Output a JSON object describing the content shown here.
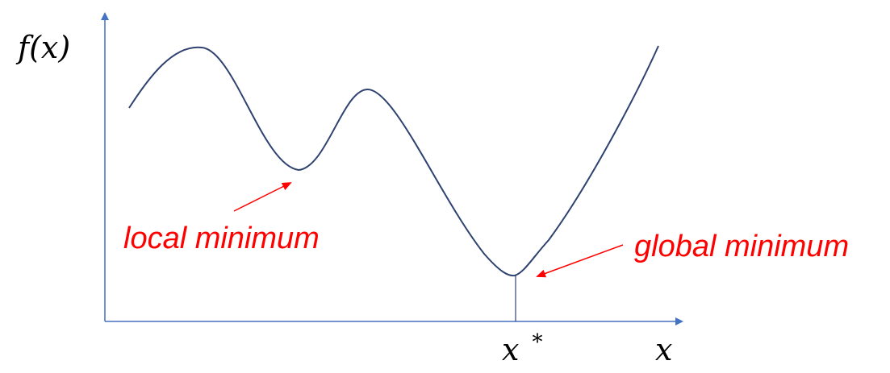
{
  "labels": {
    "y_axis": "f(x)",
    "x_axis": "x",
    "x_star": "x",
    "x_star_sup": "*",
    "local_minimum": "local minimum",
    "global_minimum": "global minimum"
  },
  "colors": {
    "axis": "#4472c4",
    "curve": "#2f4270",
    "annotation": "#ff0000",
    "text": "#000000"
  }
}
